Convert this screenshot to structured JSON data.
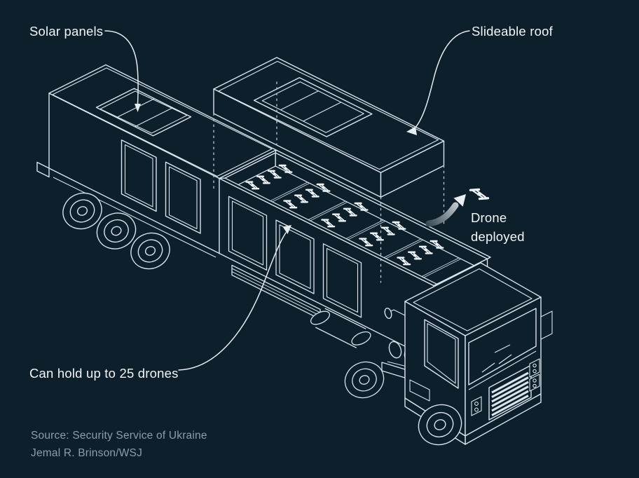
{
  "figure": {
    "annotations": [
      {
        "id": "solar-panels",
        "label": "Solar panels"
      },
      {
        "id": "slideable-roof",
        "label": "Slideable roof"
      },
      {
        "id": "drone-deployed",
        "label": "Drone deployed"
      },
      {
        "id": "capacity",
        "label": "Can hold up to 25 drones"
      }
    ],
    "drone_capacity": 25,
    "drones_shown_in_bay": 25,
    "source": "Source: Security Service of Ukraine",
    "credit": "Jemal R. Brinson/WSJ",
    "colors": {
      "background": "#0d1f2b",
      "line": "#d9e4ec",
      "highlight": "#eef4f8",
      "muted_text": "#8e9ca7"
    },
    "icons": [
      {
        "name": "drone-icon",
        "meaning": "quadcopter drone"
      },
      {
        "name": "deploy-arrow-icon",
        "meaning": "curved arrow showing drone launching"
      }
    ]
  }
}
